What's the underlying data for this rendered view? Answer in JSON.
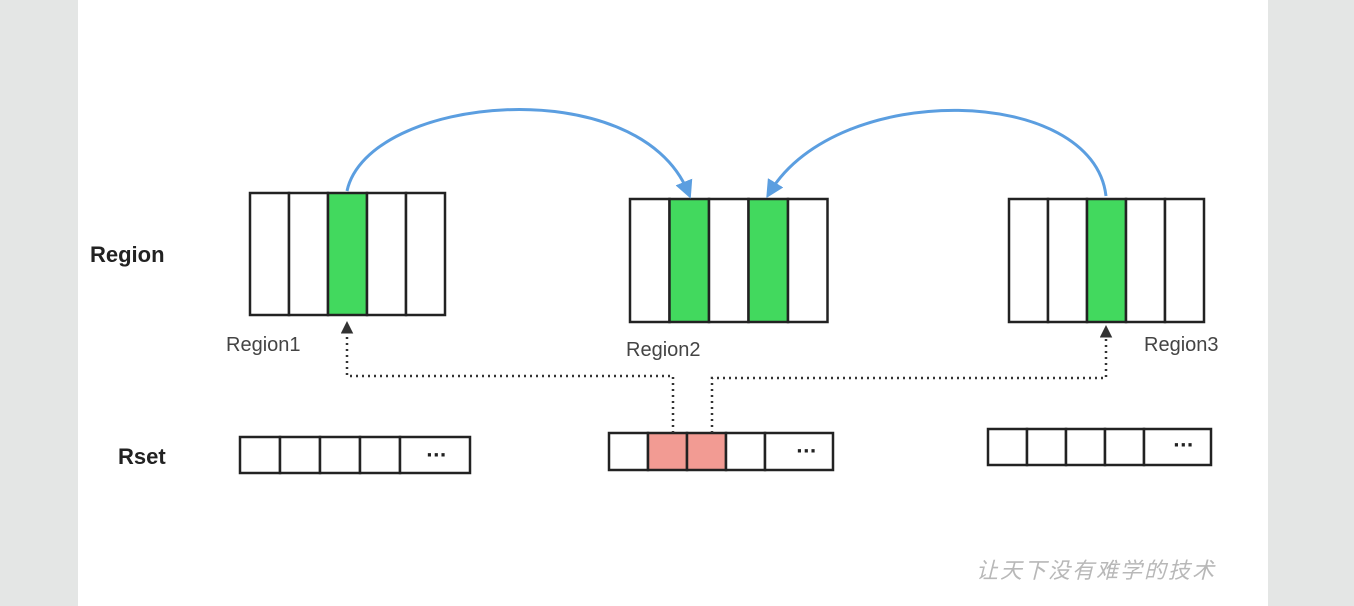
{
  "labels": {
    "region_row": "Region",
    "rset_row": "Rset",
    "ellipsis": "···",
    "watermark": "让天下没有难学的技术"
  },
  "regions": [
    {
      "name": "Region1",
      "cells": 5,
      "highlighted": [
        2
      ]
    },
    {
      "name": "Region2",
      "cells": 5,
      "highlighted": [
        1,
        3
      ]
    },
    {
      "name": "Region3",
      "cells": 5,
      "highlighted": [
        2
      ]
    }
  ],
  "rsets": [
    {
      "cells": 4,
      "highlighted": []
    },
    {
      "cells": 4,
      "highlighted": [
        1,
        2
      ]
    },
    {
      "cells": 4,
      "highlighted": []
    }
  ],
  "colors": {
    "card_fill": "#42d95e",
    "rset_fill": "#f29b93",
    "reference_arrow": "#5b9ee0",
    "pointer_arrow": "#333333",
    "watermark": "#b8b8b8"
  }
}
